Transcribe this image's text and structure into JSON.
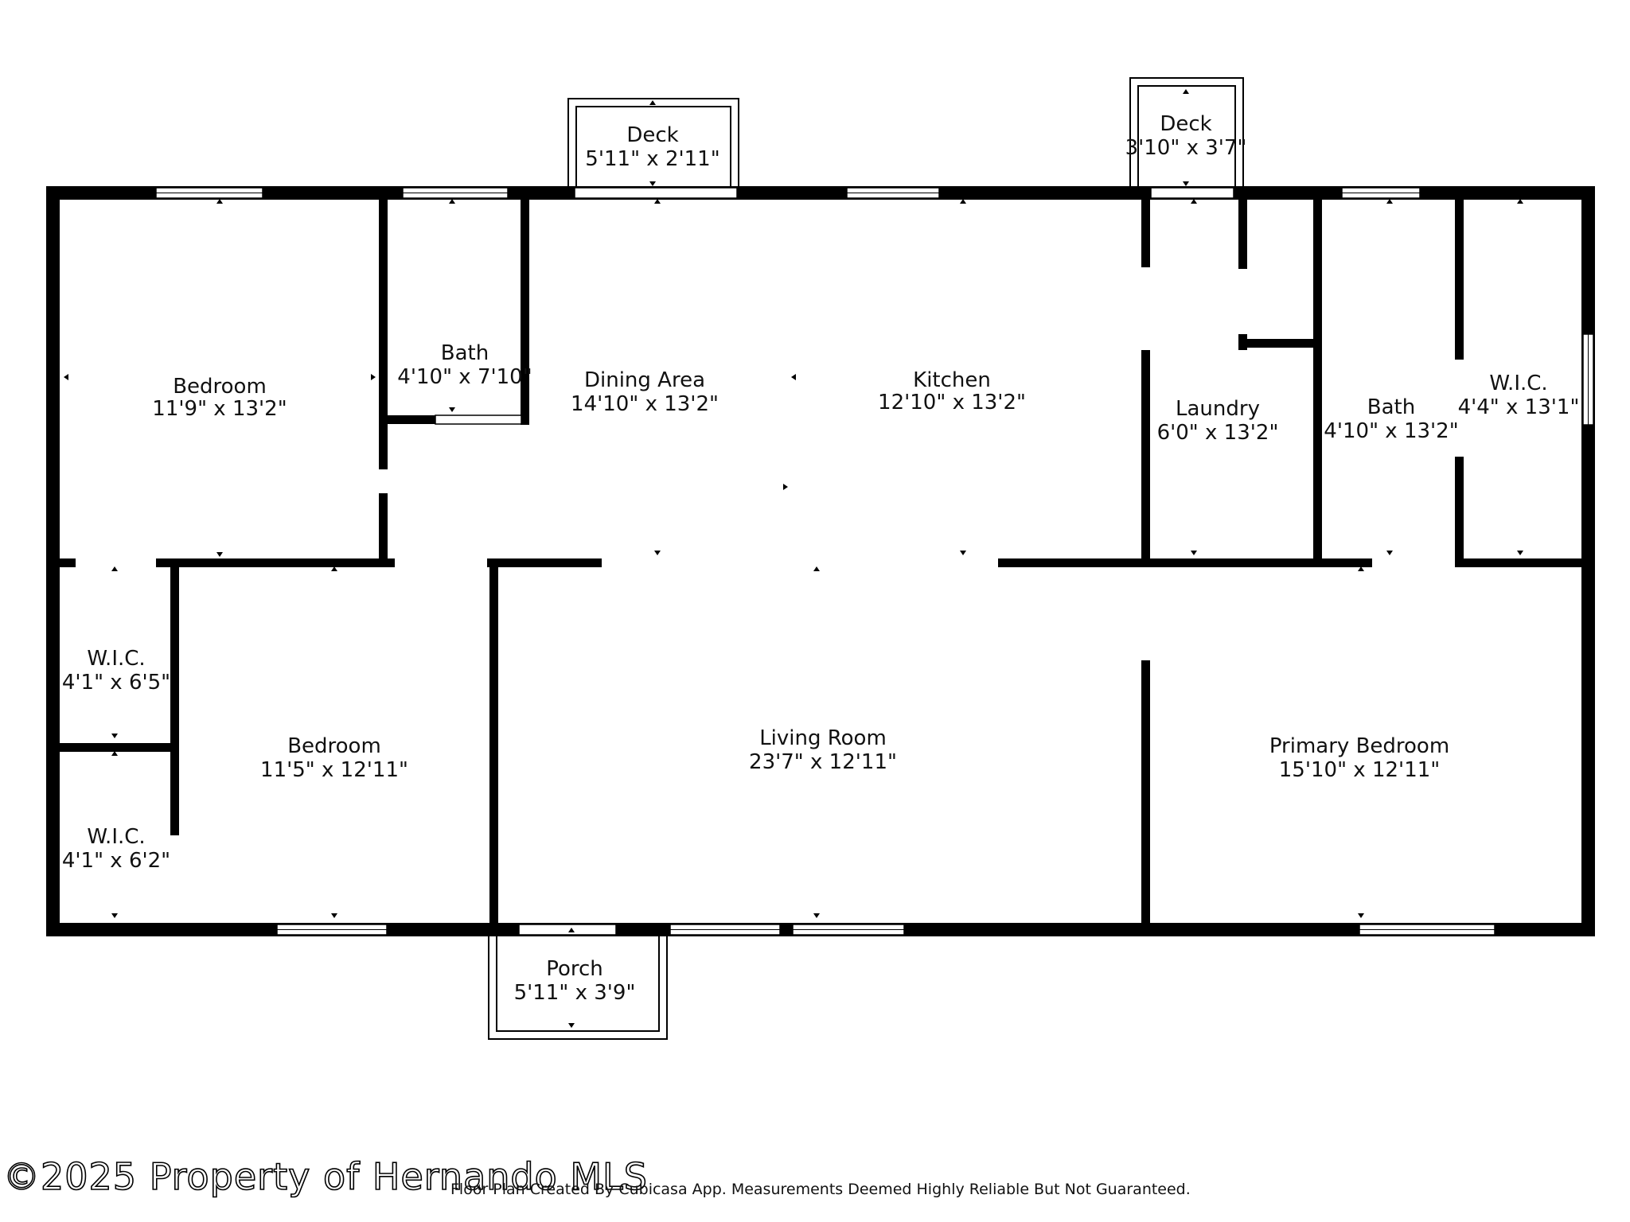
{
  "rooms": [
    {
      "key": "bedroom_nw",
      "name": "Bedroom",
      "dims": "11'9\" x 13'2\""
    },
    {
      "key": "bath_small",
      "name": "Bath",
      "dims": "4'10\" x 7'10\""
    },
    {
      "key": "dining",
      "name": "Dining Area",
      "dims": "14'10\" x 13'2\""
    },
    {
      "key": "kitchen",
      "name": "Kitchen",
      "dims": "12'10\" x 13'2\""
    },
    {
      "key": "laundry",
      "name": "Laundry",
      "dims": "6'0\" x 13'2\""
    },
    {
      "key": "bath_primary",
      "name": "Bath",
      "dims": "4'10\" x 13'2\""
    },
    {
      "key": "wic_east",
      "name": "W.I.C.",
      "dims": "4'4\" x 13'1\""
    },
    {
      "key": "wic_upper",
      "name": "W.I.C.",
      "dims": "4'1\" x 6'5\""
    },
    {
      "key": "wic_lower",
      "name": "W.I.C.",
      "dims": "4'1\" x 6'2\""
    },
    {
      "key": "bedroom_sw",
      "name": "Bedroom",
      "dims": "11'5\" x 12'11\""
    },
    {
      "key": "living",
      "name": "Living Room",
      "dims": "23'7\" x 12'11\""
    },
    {
      "key": "primary_bedroom",
      "name": "Primary Bedroom",
      "dims": "15'10\" x 12'11\""
    },
    {
      "key": "deck_1",
      "name": "Deck",
      "dims": "5'11\" x 2'11\""
    },
    {
      "key": "deck_2",
      "name": "Deck",
      "dims": "3'10\" x 3'7\""
    },
    {
      "key": "porch",
      "name": "Porch",
      "dims": "5'11\" x 3'9\""
    }
  ],
  "watermark": "©2025 Property of Hernando MLS",
  "disclaimer": "Floor Plan Created By Cubicasa App. Measurements Deemed Highly Reliable But Not Guaranteed."
}
